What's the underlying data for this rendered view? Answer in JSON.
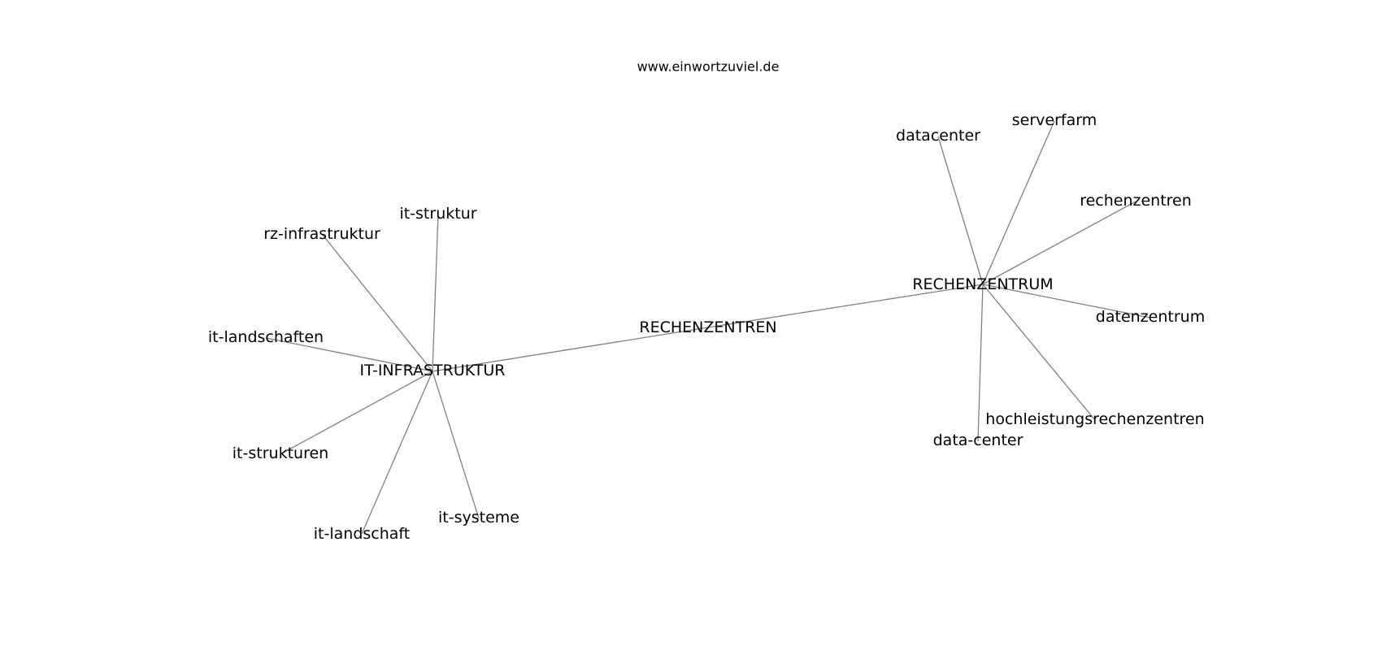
{
  "site_title": "www.einwortzuviel.de",
  "graph": {
    "center": "RECHENZENTREN",
    "hubs": [
      {
        "label": "IT-INFRASTRUKTUR",
        "neighbors": [
          "it-struktur",
          "rz-infrastruktur",
          "it-landschaften",
          "it-strukturen",
          "it-landschaft",
          "it-systeme"
        ]
      },
      {
        "label": "RECHENZENTRUM",
        "neighbors": [
          "datacenter",
          "serverfarm",
          "rechenzentren",
          "datenzentrum",
          "hochleistungsrechenzentren",
          "data-center"
        ]
      }
    ]
  },
  "colors": {
    "edge": "#808080",
    "text": "#000000",
    "background": "#ffffff"
  }
}
